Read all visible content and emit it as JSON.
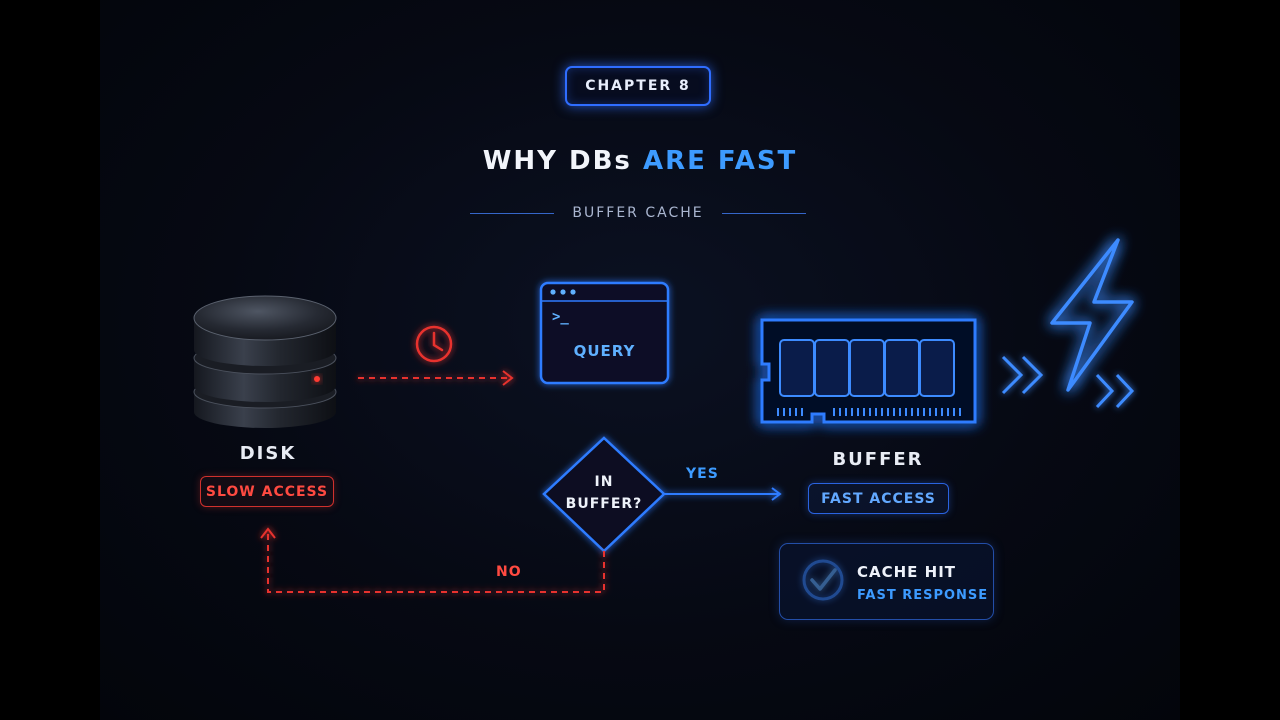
{
  "header": {
    "chapter": "CHAPTER 8",
    "title_main": "WHY DBs",
    "title_accent": "ARE FAST",
    "subtitle": "BUFFER CACHE"
  },
  "disk": {
    "label": "DISK",
    "badge": "SLOW ACCESS"
  },
  "query": {
    "prompt": ">_",
    "label": "QUERY"
  },
  "decision": {
    "line1": "IN",
    "line2": "BUFFER?",
    "yes": "YES",
    "no": "NO"
  },
  "buffer": {
    "label": "BUFFER",
    "badge": "FAST ACCESS"
  },
  "cache": {
    "title": "CACHE HIT",
    "subtitle": "FAST RESPONSE"
  },
  "colors": {
    "accent_blue": "#2f6dff",
    "light_blue": "#3d9bff",
    "alert_red": "#e8332d",
    "background": "#05070e"
  },
  "icons": [
    "clock-icon",
    "terminal-window-icon",
    "ram-chip-icon",
    "lightning-icon",
    "chevron-right-icon",
    "check-circle-icon",
    "database-icon"
  ]
}
